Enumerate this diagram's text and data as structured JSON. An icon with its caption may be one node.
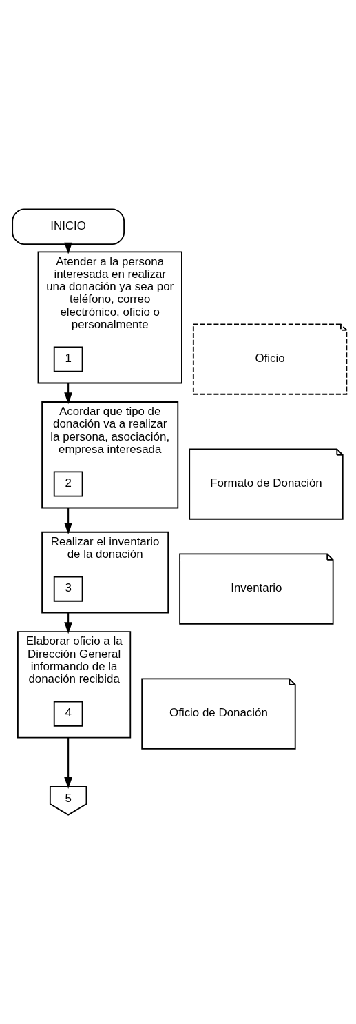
{
  "diagram": {
    "nodes": [
      {
        "text": [
          "INICIO"
        ]
      },
      {
        "text": [
          "Atender a la persona interesada en realizar una donación ya sea por teléfono, correo electrónico, oficio o personalmente"
        ]
      },
      {
        "text": [
          "1"
        ],
        "in": 1
      },
      {
        "text": [
          "Oficio"
        ]
      },
      {
        "text": [
          "Acordar que tipo de donación va a realizar la persona, asociación, empresa interesada"
        ]
      },
      {
        "text": [
          "2"
        ],
        "in": 4
      },
      {
        "text": [
          "Formato de Donación"
        ]
      },
      {
        "text": [
          "Realizar el inventario de la donación"
        ]
      },
      {
        "text": [
          "3"
        ],
        "in": 7
      },
      {
        "text": [
          "Inventario"
        ]
      },
      {
        "text": [
          "Elaborar oficio a la Dirección General informando de la donación recibida"
        ]
      },
      {
        "text": [
          "4"
        ],
        "in": 10
      },
      {
        "text": [
          "Oficio de Donación"
        ]
      },
      {
        "text": [
          "5"
        ]
      }
    ],
    "edges": [
      {
        "from": 0,
        "to": 1,
        "arrow": "to"
      },
      {
        "from": 1,
        "to": 4,
        "arrow": "to"
      },
      {
        "from": 4,
        "to": 7,
        "arrow": "to"
      },
      {
        "from": 7,
        "to": 10,
        "arrow": "to"
      },
      {
        "from": 10,
        "to": 13,
        "arrow": "to"
      }
    ]
  }
}
